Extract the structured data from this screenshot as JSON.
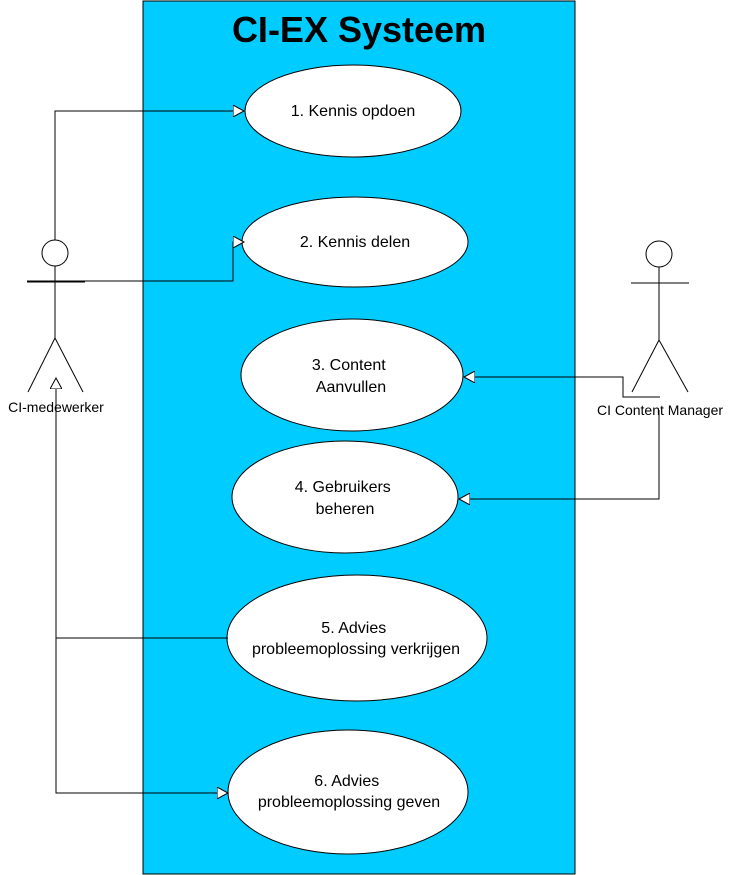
{
  "system": {
    "title": "CI-EX Systeem",
    "fill_color": "#00ccff"
  },
  "actors": {
    "left": {
      "label": "CI-medewerker"
    },
    "right": {
      "label": "CI Content Manager"
    }
  },
  "use_cases": [
    {
      "id": "uc1",
      "lines": [
        "1. Kennis opdoen"
      ]
    },
    {
      "id": "uc2",
      "lines": [
        "2. Kennis delen"
      ]
    },
    {
      "id": "uc3",
      "lines": [
        "3. Content",
        "Aanvullen"
      ]
    },
    {
      "id": "uc4",
      "lines": [
        "4. Gebruikers",
        "beheren"
      ]
    },
    {
      "id": "uc5",
      "lines": [
        "5. Advies",
        "probleemoplossing verkrijgen"
      ]
    },
    {
      "id": "uc6",
      "lines": [
        "6. Advies",
        "probleemoplossing geven"
      ]
    }
  ]
}
